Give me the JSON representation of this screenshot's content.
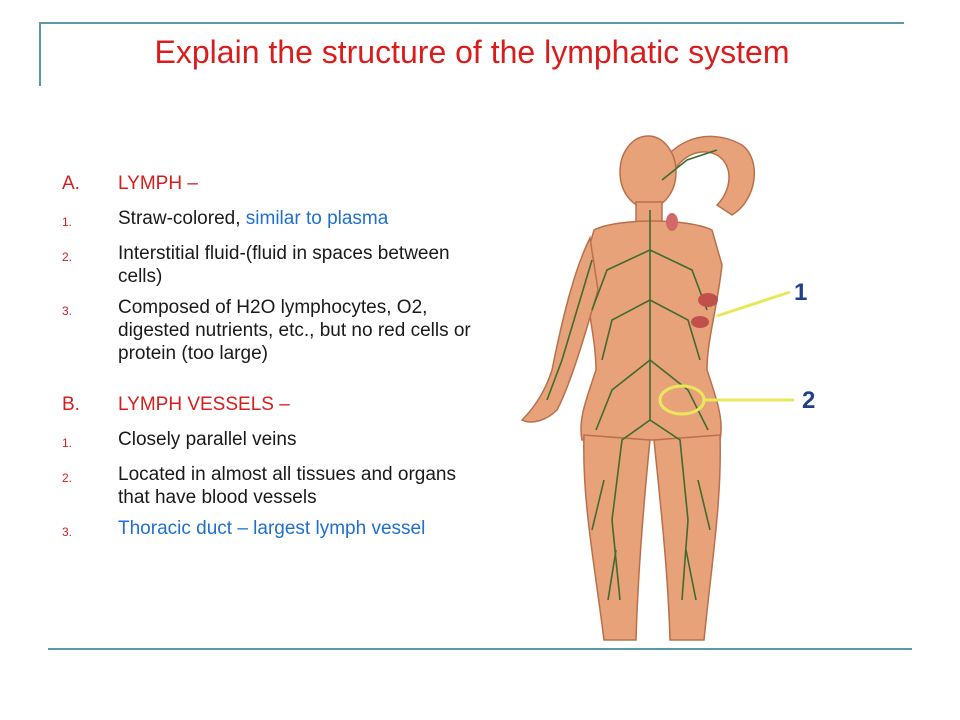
{
  "slide": {
    "title": "Explain the structure of the lymphatic system",
    "colors": {
      "title": "#d91c1c",
      "accent_blue": "#1f6fd1",
      "rule": "#5a9aa7",
      "vessel_green": "#3f6b2f",
      "skin": "#e8a27a"
    },
    "sectionA": {
      "letter": "A.",
      "heading": "LYMPH –",
      "items": [
        {
          "num": "1.",
          "text": "Straw-colored, ",
          "highlight": "similar to plasma"
        },
        {
          "num": "2.",
          "text": "Interstitial fluid-(fluid in spaces between cells)"
        },
        {
          "num": "3.",
          "text": "Composed of H2O lymphocytes, O2, digested nutrients, etc., but no red cells or protein (too large)"
        }
      ]
    },
    "sectionB": {
      "letter": "B.",
      "heading": "LYMPH VESSELS –",
      "items": [
        {
          "num": "1.",
          "text": "Closely parallel veins"
        },
        {
          "num": "2.",
          "text": "Located in almost all tissues and organs that have blood vessels"
        },
        {
          "num": "3.",
          "highlight": "Thoracic duct – largest lymph vessel"
        }
      ]
    },
    "figure": {
      "icon": "lymphatic-body-figure",
      "label1": "1",
      "label2": "2"
    }
  }
}
